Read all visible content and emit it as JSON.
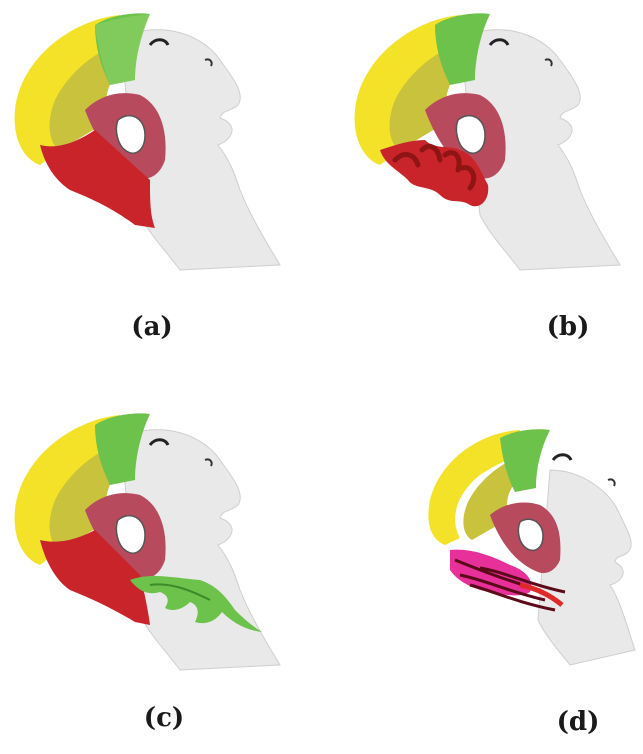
{
  "figure": {
    "panels": [
      {
        "label": "(a)",
        "variant": "flap"
      },
      {
        "label": "(b)",
        "variant": "gathered"
      },
      {
        "label": "(c)",
        "variant": "green-flap"
      },
      {
        "label": "(d)",
        "variant": "pink-strands"
      }
    ]
  },
  "colors": {
    "yellow": "#f4e229",
    "olive": "#c9c23c",
    "green": "#6cc24a",
    "green_light": "#8fd06b",
    "red": "#c8242a",
    "dark_red": "#8f1414",
    "rose": "#b84a5e",
    "pink": "#e8309a",
    "skin": "#f5f5f5"
  }
}
